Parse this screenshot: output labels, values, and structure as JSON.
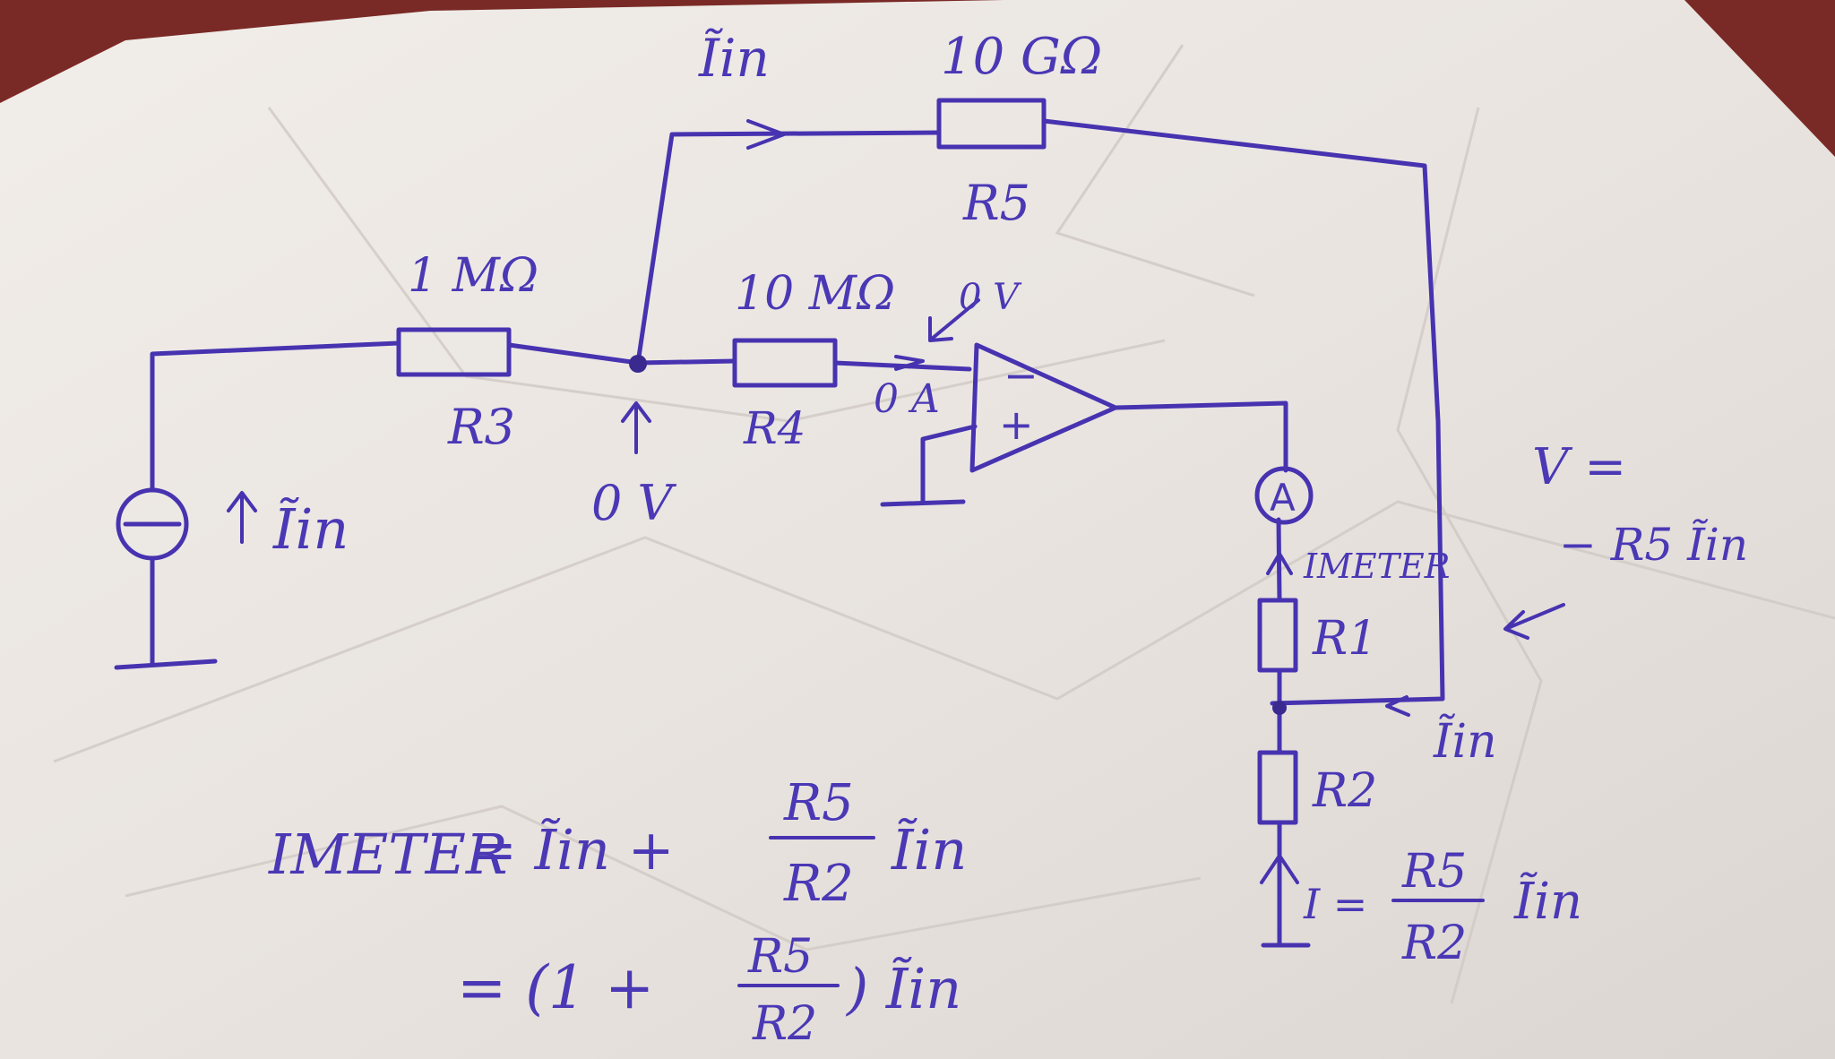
{
  "components": {
    "r5_value": "10 GΩ",
    "r5_label": "R5",
    "r3_value": "1 MΩ",
    "r3_label": "R3",
    "r4_value": "10 MΩ",
    "r4_label": "R4",
    "r1_label": "R1",
    "r2_label": "R2",
    "ammeter_label": "A",
    "opamp_minus": "−",
    "opamp_plus": "+"
  },
  "annotations": {
    "top_current": "Ĩin",
    "source_current": "Ĩin",
    "node_voltage": "0 V",
    "minus_input_voltage": "0 V",
    "input_current": "0 A",
    "meter_current": "IMETER",
    "right_current": "Ĩin",
    "v_label": "V =",
    "v_expr": "− R5 Ĩin",
    "i_label": "I =",
    "i_num": "R5",
    "i_den": "R2",
    "i_tail": "Ĩin"
  },
  "equations": {
    "line1_lhs": "IMETER",
    "line1_eq": "= Ĩin +",
    "line1_num": "R5",
    "line1_den": "R2",
    "line1_tail": "Ĩin",
    "line2_eq": "= (1 +",
    "line2_num": "R5",
    "line2_den": "R2",
    "line2_tail": ") Ĩin"
  },
  "colors": {
    "ink": "#4733b0",
    "paper": "#ebe6e3",
    "background": "#7a2a26"
  }
}
